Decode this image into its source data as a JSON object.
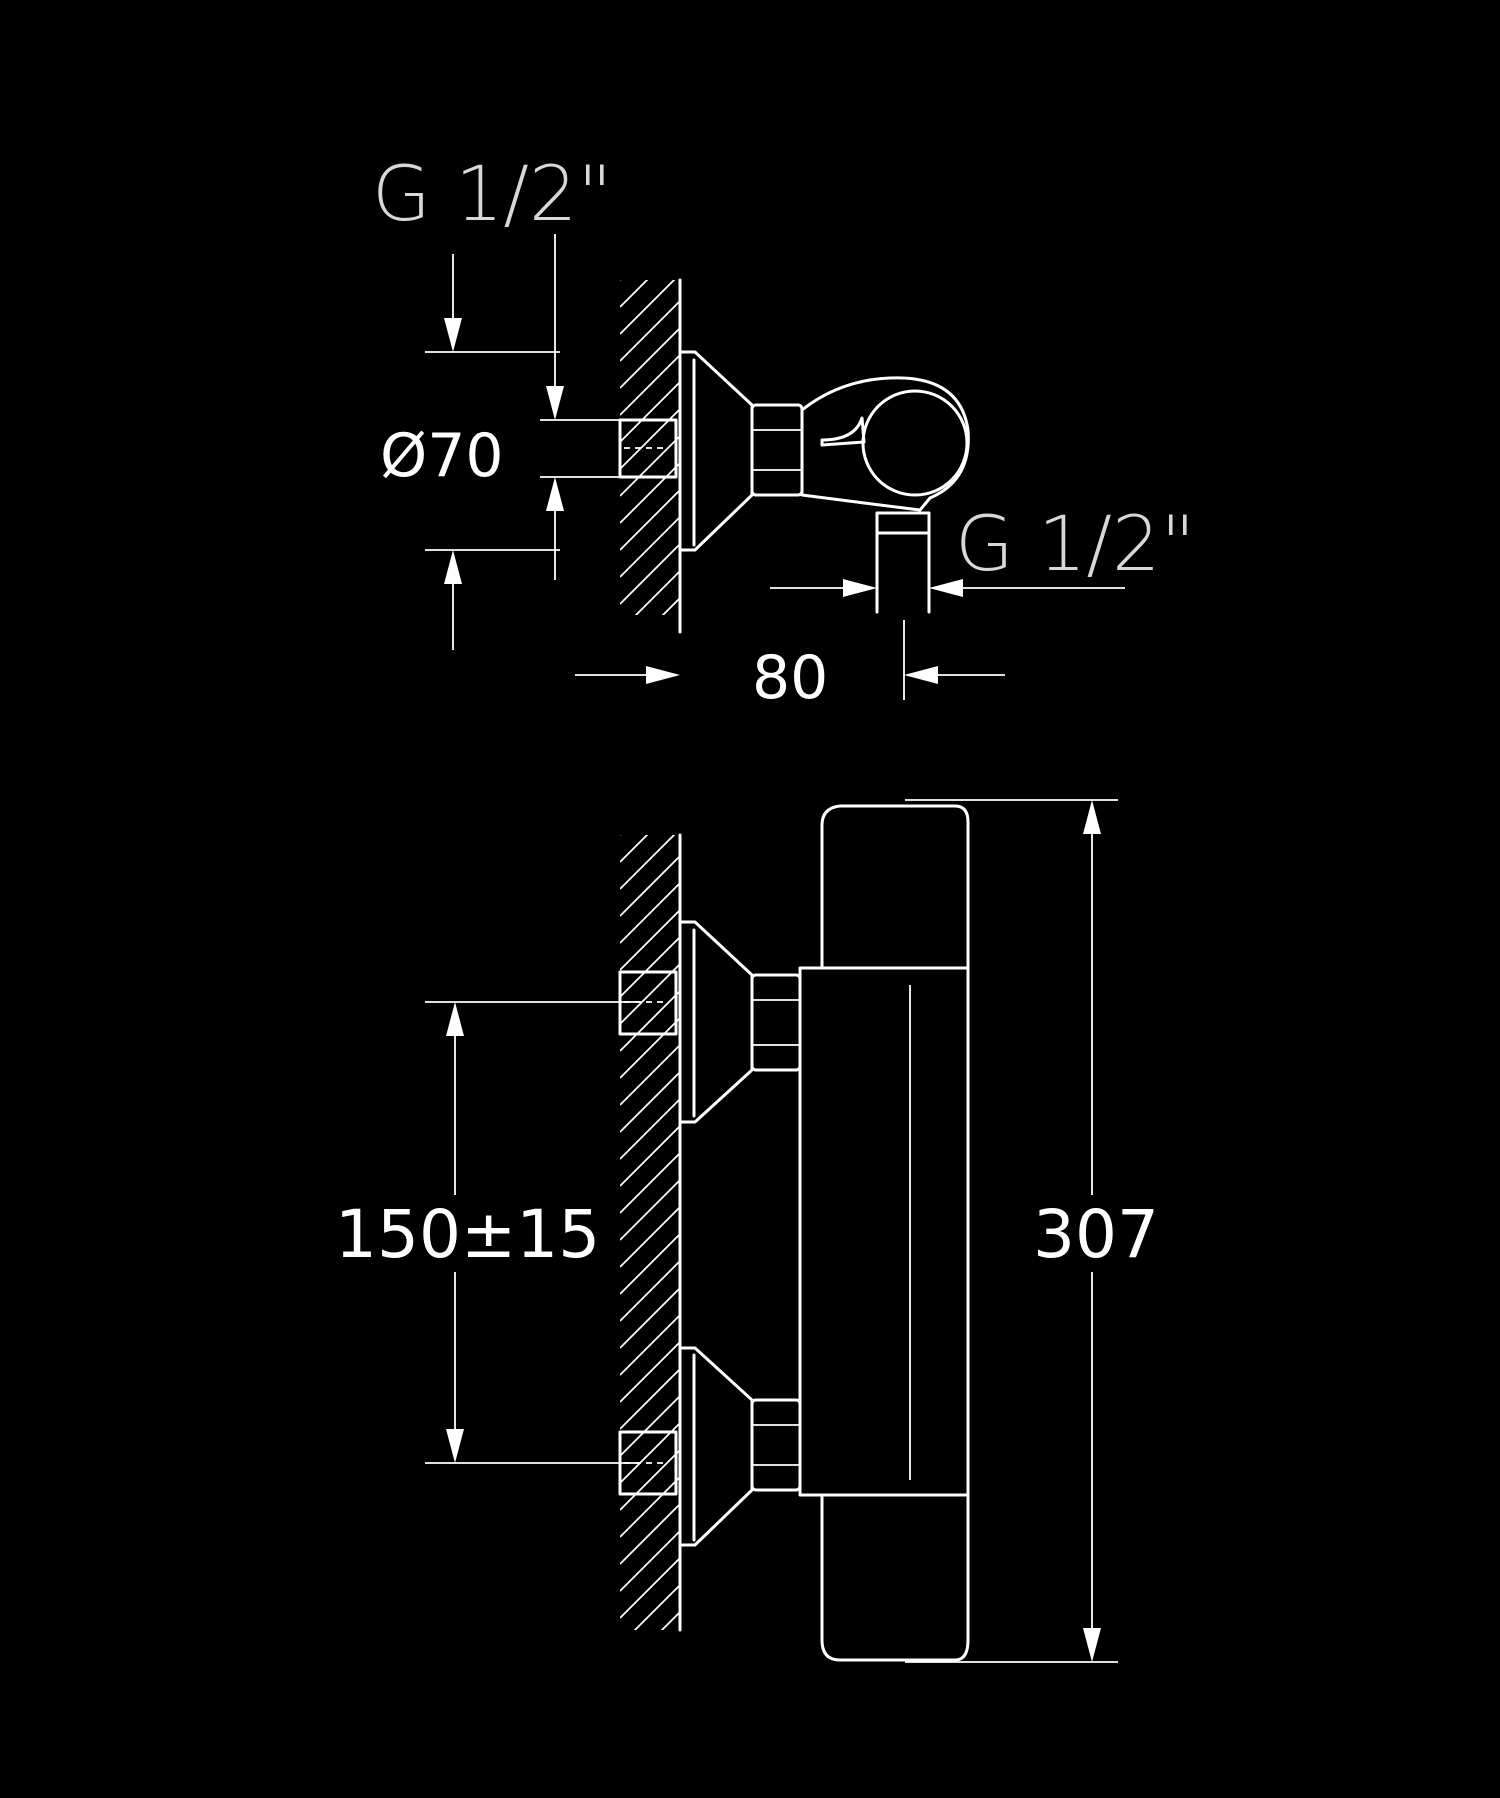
{
  "drawing": {
    "colors": {
      "background": "#000000",
      "line": "#ffffff",
      "thread_label": "#d8d8d8"
    },
    "side_view": {
      "thread_top": "G 1/2\"",
      "diameter": "Ø70",
      "thread_outlet": "G 1/2\"",
      "projection": "80"
    },
    "front_view": {
      "centers": "150±15",
      "height": "307"
    }
  }
}
